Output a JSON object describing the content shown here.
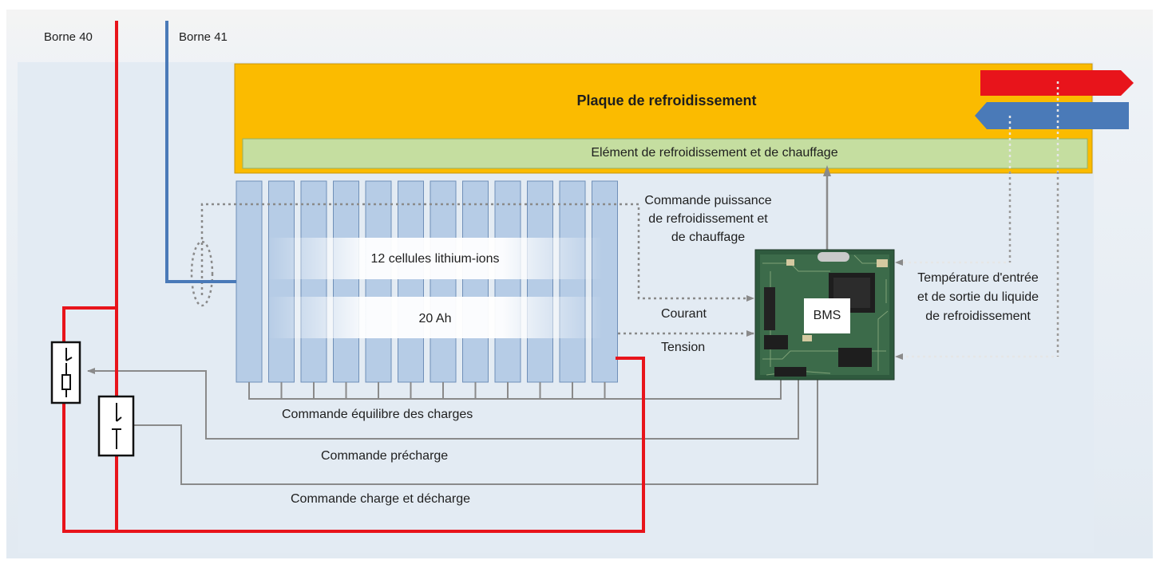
{
  "diagram": {
    "terminals": {
      "t40": "Borne 40",
      "t41": "Borne 41"
    },
    "cooling_plate": "Plaque de refroidissement",
    "cooling_element": "Elément de refroidissement et de chauffage",
    "cells": {
      "count": 12,
      "label": "12 cellules lithium-ions",
      "capacity": "20 Ah"
    },
    "bms": "BMS",
    "signals": {
      "cooling_power": "Commande puissance de refroidissement et de chauffage",
      "current": "Courant",
      "voltage": "Tension",
      "coolant_temp": "Température d'entrée et de sortie du liquide de refroidissement",
      "balancing": "Commande équilibre des charges",
      "precharge": "Commande précharge",
      "charge_discharge": "Commande charge et décharge"
    },
    "colors": {
      "positive": "#e8141b",
      "negative": "#4a7ab8",
      "plate": "#fbbb00",
      "element": "#c5dea0",
      "cell": "#b6cce6",
      "background": "#e6edf4"
    }
  }
}
